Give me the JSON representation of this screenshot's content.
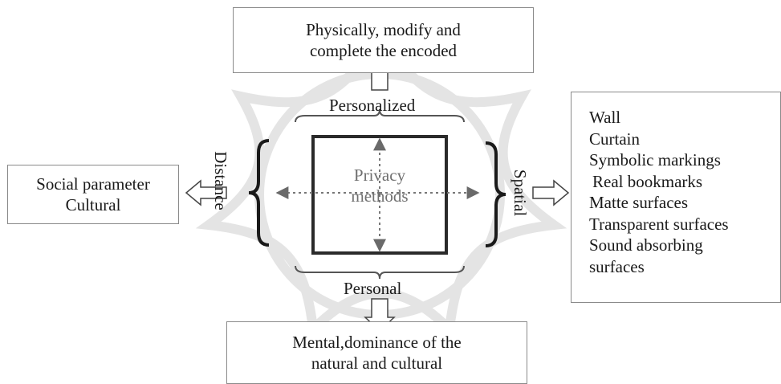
{
  "top_box": {
    "lines": [
      "Physically, modify and",
      "complete the encoded"
    ]
  },
  "bottom_box": {
    "lines": [
      "Mental,dominance of the",
      "natural and cultural"
    ]
  },
  "left_box": {
    "lines": [
      "Social parameter",
      "Cultural"
    ]
  },
  "right_box": {
    "items": [
      "Wall",
      "Curtain",
      "Symbolic markings",
      "Real bookmarks",
      "Matte surfaces",
      "Transparent surfaces",
      "Sound absorbing",
      "surfaces"
    ]
  },
  "labels": {
    "top": "Personalized",
    "bottom": "Personal",
    "left": "Distance",
    "right": "Spatial"
  },
  "center": {
    "lines": [
      "Privacy",
      "methods"
    ]
  },
  "colors": {
    "text": "#1a1a1a",
    "box_border": "#8a8a8a",
    "center_square": "#2a2a2a",
    "watermark": "#e2e2e2",
    "dotted_arrow": "#777777"
  }
}
